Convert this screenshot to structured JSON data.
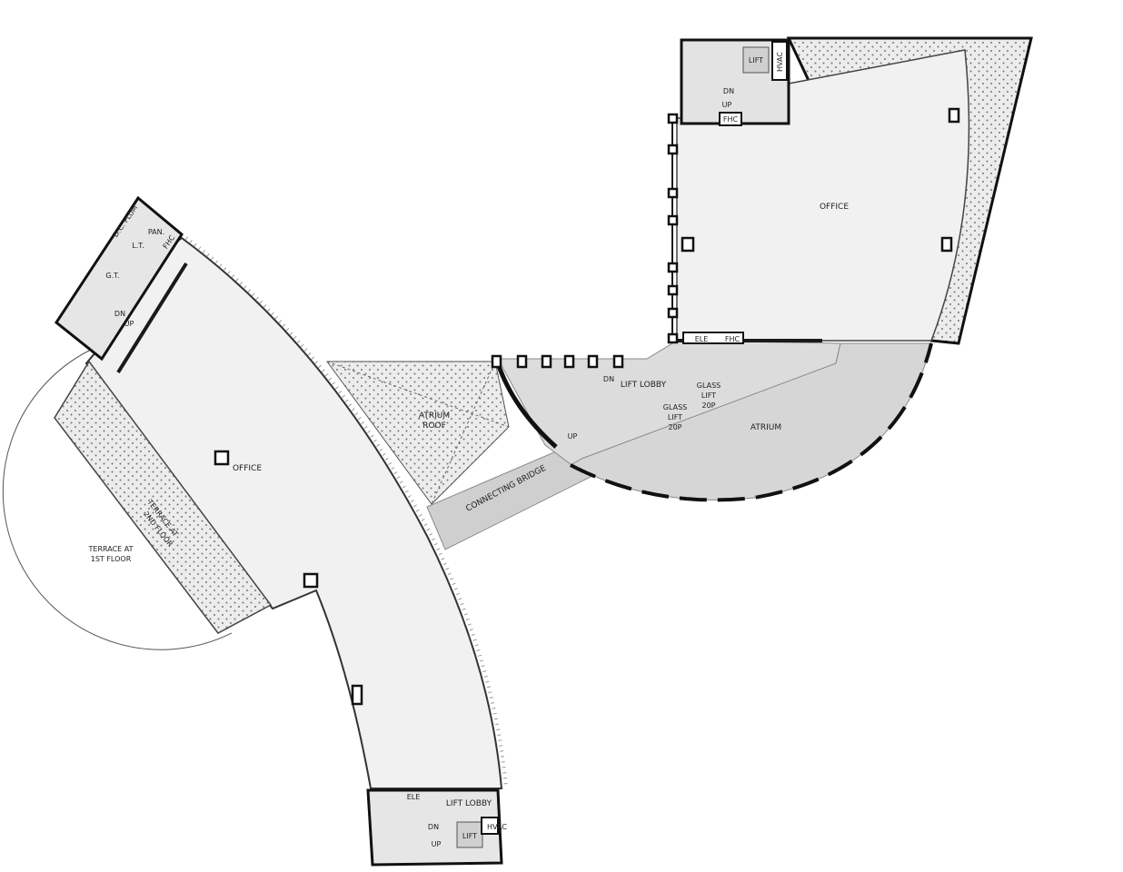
{
  "plan": {
    "colors": {
      "floor": "#f1f1f1",
      "atrium": "#d9d9d9",
      "bridge": "#cfcfcf",
      "hatch": "#e6e6e6",
      "wall": "#1a1a1a"
    },
    "labels": {
      "office_left": "OFFICE",
      "office_right": "OFFICE",
      "atrium": "ATRIUM",
      "atrium_roof_1": "ATRIUM",
      "atrium_roof_2": "ROOF",
      "connecting_bridge": "CONNECTING BRIDGE",
      "lift_lobby_top": "LIFT LOBBY",
      "lift_lobby_bottom": "LIFT LOBBY",
      "glass_lift_1": [
        "GLASS",
        "LIFT",
        "20P"
      ],
      "glass_lift_2": [
        "GLASS",
        "LIFT",
        "20P"
      ],
      "terrace_2nd_1": "TERRACE AT",
      "terrace_2nd_2": "2ND FLOOR",
      "terrace_1st_1": "TERRACE AT",
      "terrace_1st_2": "1ST FLOOR",
      "dn": "DN",
      "up": "UP",
      "lift": "LIFT",
      "hvac": "HVAC",
      "fhc": "FHC",
      "ele": "ELE",
      "pan": "PAN.",
      "lt": "L.T.",
      "gt": "G.T.",
      "dc_plum": "D.C. PLUM"
    }
  }
}
